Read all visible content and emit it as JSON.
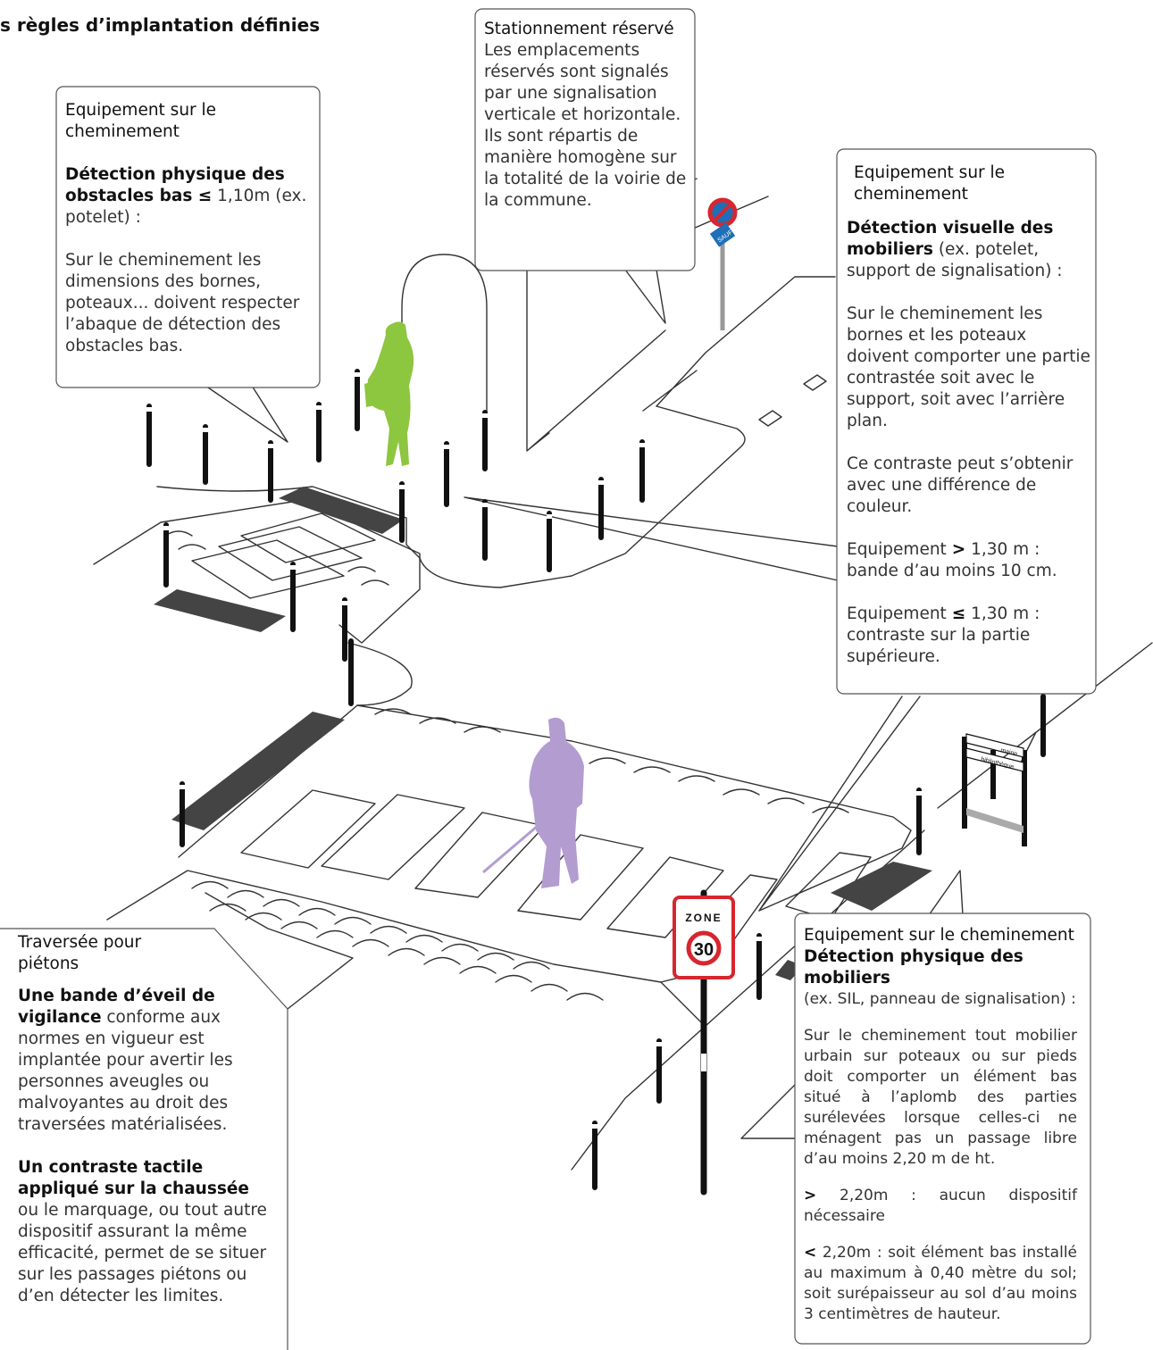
{
  "heading": "s règles d’implantation définies",
  "callouts": {
    "obstacles_bas": {
      "title": "Equipement sur le cheminement",
      "lead_bold": "Détection physique des obstacles bas ≤",
      "lead_rest": " 1,10m (ex. potelet) :",
      "body": "Sur le cheminement les dimensions des bornes, poteaux... doivent respecter l’abaque de détection des obstacles bas."
    },
    "stationnement": {
      "title": "Stationnement réservé",
      "body": "Les emplacements réservés sont signalés par une signalisation verticale et horizontale. Ils sont répartis de manière homogène sur la totalité de la voirie de la commune."
    },
    "detection_visuelle": {
      "title": "Equipement sur le cheminement",
      "lead_bold": "Détection visuelle des mobiliers",
      "lead_rest": " (ex. potelet, support de signalisation) :",
      "body1": "Sur le cheminement les bornes et les poteaux doivent comporter une partie contrastée soit avec le support, soit avec l’arrière plan.",
      "body2": "Ce contraste peut s’obtenir avec une différence de couleur.",
      "rule_gt_label": "Equipement",
      "rule_gt_sym": ">",
      "rule_gt_text": " 1,30 m : bande d’au moins 10 cm.",
      "rule_le_label": "Equipement",
      "rule_le_sym": "≤",
      "rule_le_text": " 1,30 m : contraste sur la partie supérieure."
    },
    "traversee": {
      "title": "Traversée pour piétons",
      "lead1_bold": "Une bande d’éveil de vigilance",
      "lead1_rest": " conforme aux normes en vigueur est implantée pour avertir les personnes aveugles ou malvoyantes au droit des traversées matérialisées.",
      "lead2_bold": "Un contraste tactile appliqué sur la chaussée",
      "lead2_rest": " ou le marquage, ou tout autre dispositif assurant la même efficacité, permet de se situer sur les passages piétons ou d’en détecter les limites."
    },
    "detection_physique": {
      "title": "Equipement sur le cheminement",
      "lead_bold": "Détection physique des mobiliers",
      "lead_rest": "(ex. SIL, panneau de signalisation) :",
      "body": "Sur le cheminement tout mobilier urbain sur poteaux ou sur pieds doit comporter un élément bas situé à l’aplomb des parties surélevées lorsque celles-ci ne ménagent pas un passage libre d’au moins 2,20 m de ht.",
      "rule_gt_sym": ">",
      "rule_gt_text": " 2,20m : aucun dispositif nécessaire",
      "rule_lt_sym": "<",
      "rule_lt_text": " 2,20m : soit élément bas installé au maximum à 0,40 mètre du sol; soit surépaisseur au sol d’au moins 3 centimètres de hauteur."
    }
  },
  "signs": {
    "zone_label": "ZONE",
    "speed_limit": "30",
    "parking_plate": "SAUF",
    "sil_top": "mairie",
    "sil_bottom": "bibliothèque"
  },
  "colors": {
    "pedestrian_green": "#8dc63f",
    "pedestrian_purple": "#b39cd0",
    "sign_red": "#d7262e",
    "sign_blue": "#1e6fb8",
    "line": "#333333"
  }
}
